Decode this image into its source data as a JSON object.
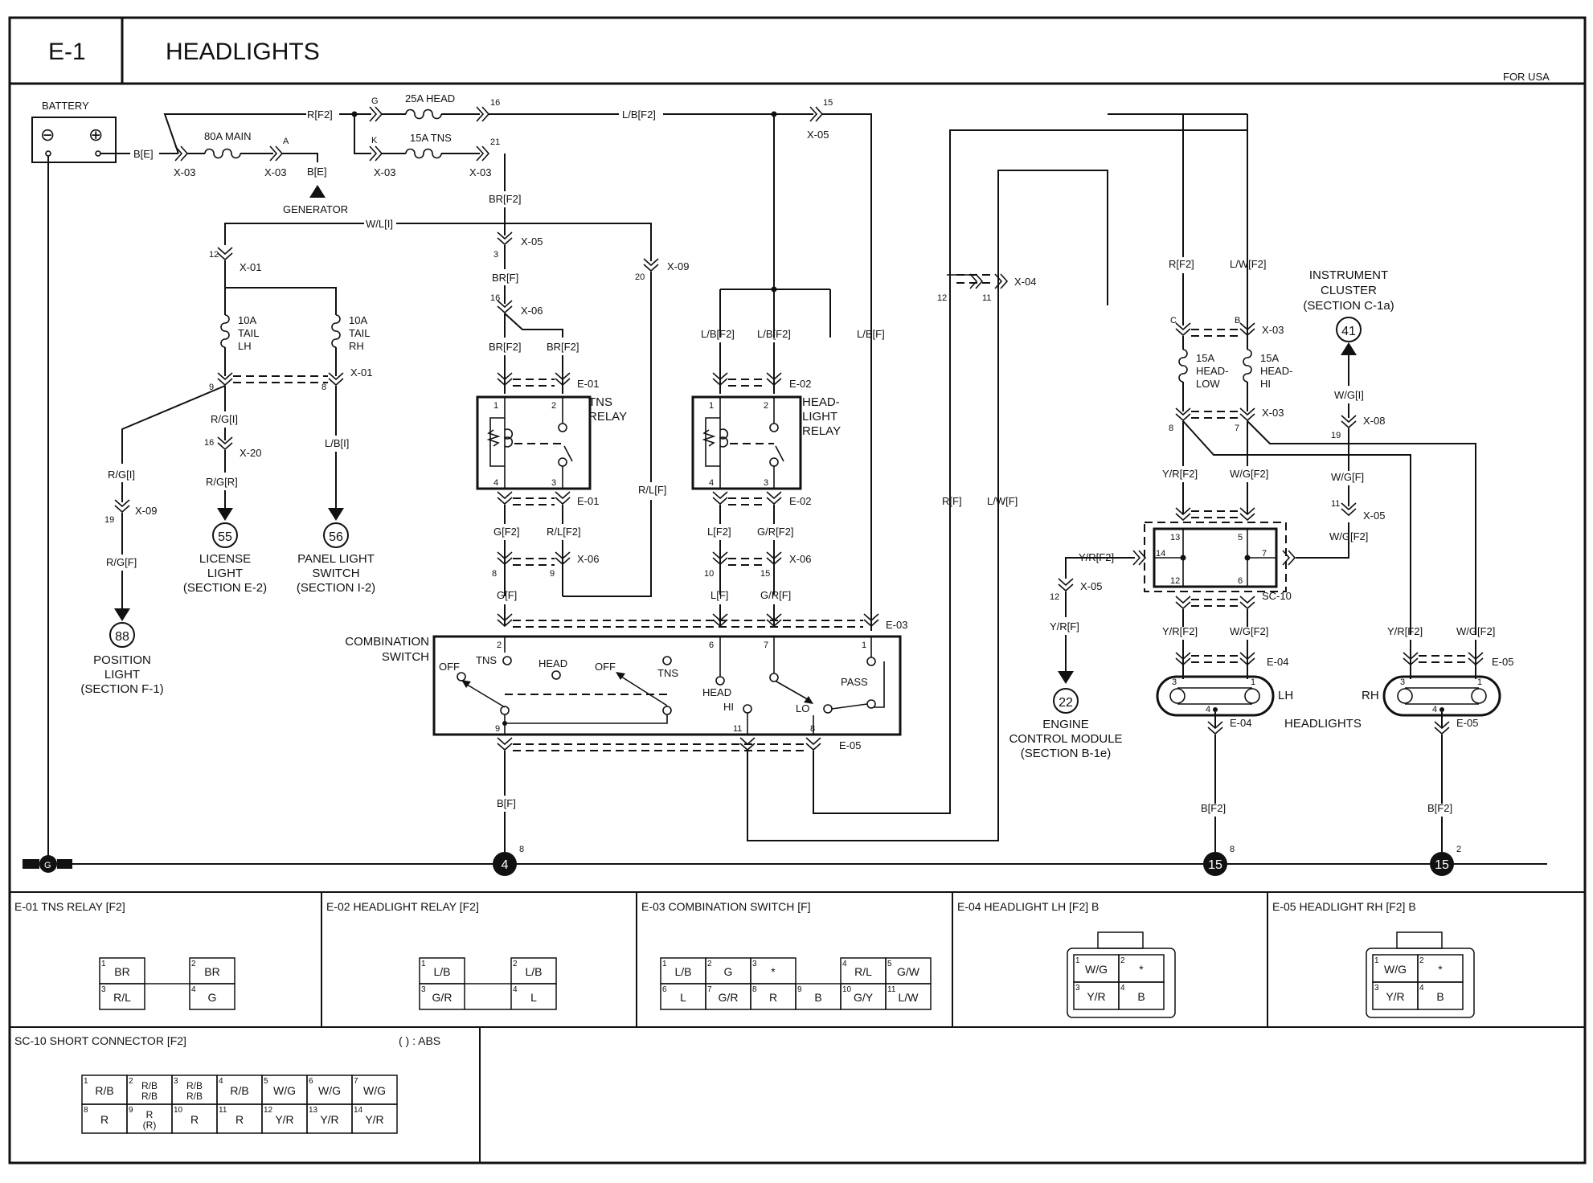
{
  "header": {
    "code": "E-1",
    "title": "HEADLIGHTS",
    "region": "FOR USA"
  },
  "diagram": {
    "battery": "BATTERY",
    "battery_minus": "⊖",
    "battery_plus": "⊕",
    "generator": "GENERATOR",
    "fuses": {
      "main": "80A MAIN",
      "head": "25A HEAD",
      "tns": "15A TNS",
      "tail_lh": [
        "10A",
        "TAIL",
        "LH"
      ],
      "tail_rh": [
        "10A",
        "TAIL",
        "RH"
      ],
      "head_low": [
        "15A",
        "HEAD-",
        "LOW"
      ],
      "head_hi": [
        "15A",
        "HEAD-",
        "HI"
      ]
    },
    "wires": {
      "be": "B[E]",
      "rf2": "R[F2]",
      "lbf2": "L/B[F2]",
      "brf2": "BR[F2]",
      "wli": "W/L[I]",
      "brf": "BR[F]",
      "rgi": "R/G[I]",
      "rgr": "R/G[R]",
      "lbi": "L/B[I]",
      "rgf": "R/G[F]",
      "rlf": "R/L[F]",
      "rlf2": "R/L[F2]",
      "gf2": "G[F2]",
      "gf": "G[F]",
      "lf2": "L[F2]",
      "lf": "L[F]",
      "grf2": "G/R[F2]",
      "grf": "G/R[F]",
      "lbf": "L/B[F]",
      "rf": "R[F]",
      "lwf": "L/W[F]",
      "lwf2": "L/W[F2]",
      "yrf2": "Y/R[F2]",
      "yrf": "Y/R[F]",
      "wgf2": "W/G[F2]",
      "wgi": "W/G[I]",
      "wgf": "W/G[F]",
      "bf": "B[F]",
      "bf2": "B[F2]"
    },
    "connectors": {
      "x03": "X-03",
      "x05": "X-05",
      "x01": "X-01",
      "x06": "X-06",
      "x09": "X-09",
      "x20": "X-20",
      "x04": "X-04",
      "x08": "X-08",
      "e01": "E-01",
      "e02": "E-02",
      "e03": "E-03",
      "e04": "E-04",
      "e05": "E-05",
      "sc10": "SC-10"
    },
    "components": {
      "tns_relay": [
        "TNS",
        "RELAY"
      ],
      "headlight_relay": [
        "HEAD-",
        "LIGHT",
        "RELAY"
      ],
      "combination_switch": [
        "COMBINATION",
        "SWITCH"
      ],
      "switch_labels": [
        "OFF",
        "TNS",
        "HEAD",
        "OFF",
        "TNS",
        "HEAD",
        "HI",
        "LO",
        "PASS"
      ],
      "headlights": "HEADLIGHTS",
      "lh": "LH",
      "rh": "RH"
    },
    "refs": [
      {
        "num": "55",
        "lines": [
          "LICENSE",
          "LIGHT",
          "(SECTION E-2)"
        ]
      },
      {
        "num": "56",
        "lines": [
          "PANEL LIGHT",
          "SWITCH",
          "(SECTION I-2)"
        ]
      },
      {
        "num": "88",
        "lines": [
          "POSITION",
          "LIGHT",
          "(SECTION F-1)"
        ]
      },
      {
        "num": "22",
        "lines": [
          "ENGINE",
          "CONTROL MODULE",
          "(SECTION B-1e)"
        ]
      },
      {
        "num": "41",
        "lines": [
          "INSTRUMENT",
          "CLUSTER",
          "(SECTION C-1a)"
        ]
      }
    ],
    "grounds": [
      {
        "num": "4",
        "pin": "8"
      },
      {
        "num": "15",
        "pin": "8"
      },
      {
        "num": "15",
        "pin": "2"
      }
    ],
    "ground_symbol": "G",
    "pin_numbers": [
      "A",
      "G",
      "K",
      "16",
      "21",
      "15",
      "3",
      "12",
      "20",
      "16",
      "9",
      "8",
      "16",
      "19",
      "1",
      "2",
      "3",
      "4",
      "8",
      "9",
      "10",
      "15",
      "6",
      "7",
      "11",
      "12",
      "11",
      "C",
      "B",
      "8",
      "7",
      "19",
      "11",
      "14",
      "12",
      "13",
      "5",
      "6",
      "7",
      "12",
      "3",
      "1",
      "4",
      "2"
    ]
  },
  "connector_tables": {
    "e01": {
      "title": "E-01 TNS RELAY [F2]",
      "cells": [
        {
          "n": "1",
          "v": "BR"
        },
        {
          "n": "2",
          "v": "BR"
        },
        {
          "n": "3",
          "v": "R/L"
        },
        {
          "n": "4",
          "v": "G"
        }
      ]
    },
    "e02": {
      "title": "E-02 HEADLIGHT RELAY [F2]",
      "cells": [
        {
          "n": "1",
          "v": "L/B"
        },
        {
          "n": "2",
          "v": "L/B"
        },
        {
          "n": "3",
          "v": "G/R"
        },
        {
          "n": "4",
          "v": "L"
        }
      ]
    },
    "e03": {
      "title": "E-03 COMBINATION SWITCH [F]",
      "cells": [
        {
          "n": "1",
          "v": "L/B"
        },
        {
          "n": "2",
          "v": "G"
        },
        {
          "n": "3",
          "v": "*"
        },
        {
          "n": "4",
          "v": "R/L"
        },
        {
          "n": "5",
          "v": "G/W"
        },
        {
          "n": "6",
          "v": "L"
        },
        {
          "n": "7",
          "v": "G/R"
        },
        {
          "n": "8",
          "v": "R"
        },
        {
          "n": "9",
          "v": "B"
        },
        {
          "n": "10",
          "v": "G/Y"
        },
        {
          "n": "11",
          "v": "L/W"
        }
      ]
    },
    "e04": {
      "title": "E-04 HEADLIGHT LH [F2] B",
      "cells": [
        {
          "n": "1",
          "v": "W/G"
        },
        {
          "n": "2",
          "v": "*"
        },
        {
          "n": "3",
          "v": "Y/R"
        },
        {
          "n": "4",
          "v": "B"
        }
      ]
    },
    "e05": {
      "title": "E-05 HEADLIGHT RH [F2] B",
      "cells": [
        {
          "n": "1",
          "v": "W/G"
        },
        {
          "n": "2",
          "v": "*"
        },
        {
          "n": "3",
          "v": "Y/R"
        },
        {
          "n": "4",
          "v": "B"
        }
      ]
    },
    "sc10": {
      "title": "SC-10 SHORT CONNECTOR [F2]",
      "note": "(   ) : ABS",
      "cells": [
        {
          "n": "1",
          "v": "R/B"
        },
        {
          "n": "2",
          "v": "R/B",
          "v2": "R/B"
        },
        {
          "n": "3",
          "v": "R/B",
          "v2": "R/B"
        },
        {
          "n": "4",
          "v": "R/B"
        },
        {
          "n": "5",
          "v": "W/G"
        },
        {
          "n": "6",
          "v": "W/G"
        },
        {
          "n": "7",
          "v": "W/G"
        },
        {
          "n": "8",
          "v": "R"
        },
        {
          "n": "9",
          "v": "R",
          "v2": "(R)"
        },
        {
          "n": "10",
          "v": "R"
        },
        {
          "n": "11",
          "v": "R"
        },
        {
          "n": "12",
          "v": "Y/R"
        },
        {
          "n": "13",
          "v": "Y/R"
        },
        {
          "n": "14",
          "v": "Y/R"
        }
      ]
    }
  }
}
